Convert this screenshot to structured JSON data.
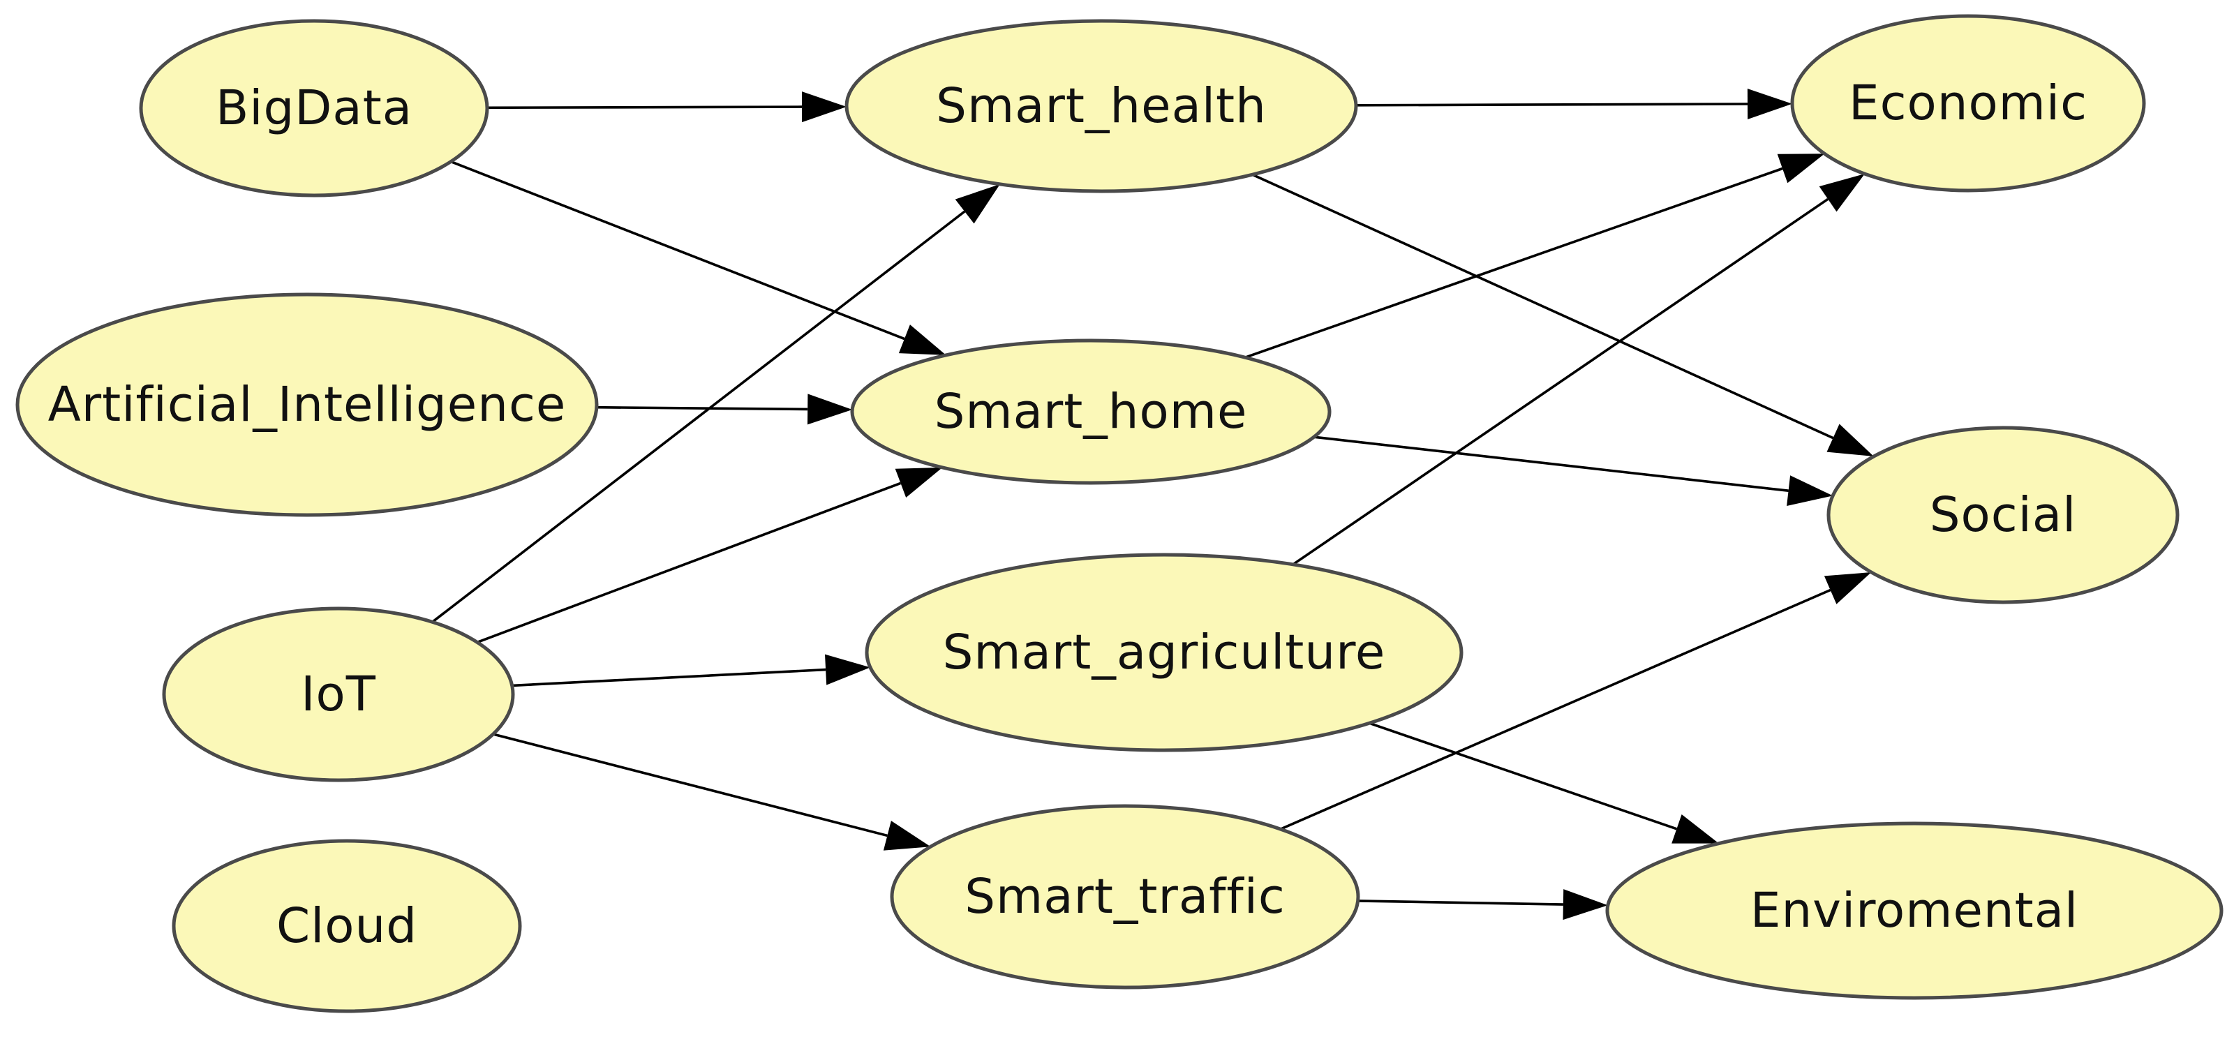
{
  "diagram": {
    "type": "directed-graph",
    "node_fill": "#fbf8b8",
    "node_border": "#4a4a4a",
    "edge_color": "#000000",
    "nodes": [
      {
        "id": "bigdata",
        "label": "BigData"
      },
      {
        "id": "ai",
        "label": "Artificial_Intelligence"
      },
      {
        "id": "iot",
        "label": "IoT"
      },
      {
        "id": "cloud",
        "label": "Cloud"
      },
      {
        "id": "health",
        "label": "Smart_health"
      },
      {
        "id": "home",
        "label": "Smart_home"
      },
      {
        "id": "agri",
        "label": "Smart_agriculture"
      },
      {
        "id": "traffic",
        "label": "Smart_traffic"
      },
      {
        "id": "economic",
        "label": "Economic"
      },
      {
        "id": "social",
        "label": "Social"
      },
      {
        "id": "env",
        "label": "Enviromental"
      }
    ],
    "edges": [
      {
        "from": "bigdata",
        "to": "health"
      },
      {
        "from": "bigdata",
        "to": "home"
      },
      {
        "from": "ai",
        "to": "home"
      },
      {
        "from": "iot",
        "to": "health"
      },
      {
        "from": "iot",
        "to": "home"
      },
      {
        "from": "iot",
        "to": "agri"
      },
      {
        "from": "iot",
        "to": "traffic"
      },
      {
        "from": "health",
        "to": "economic"
      },
      {
        "from": "health",
        "to": "social"
      },
      {
        "from": "home",
        "to": "economic"
      },
      {
        "from": "home",
        "to": "social"
      },
      {
        "from": "agri",
        "to": "economic"
      },
      {
        "from": "agri",
        "to": "env"
      },
      {
        "from": "traffic",
        "to": "social"
      },
      {
        "from": "traffic",
        "to": "env"
      }
    ]
  }
}
